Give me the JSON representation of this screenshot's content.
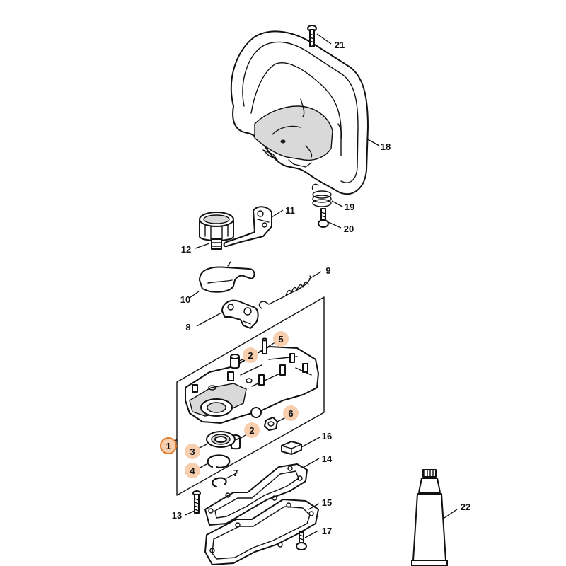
{
  "diagram": {
    "colors": {
      "line": "#111111",
      "highlight_fill": "#f7cfae",
      "selected_ring": "#e07b2a",
      "background": "#ffffff"
    },
    "callouts": [
      {
        "id": "1",
        "label": "1",
        "highlighted": true,
        "selected": true
      },
      {
        "id": "2a",
        "label": "2",
        "highlighted": true
      },
      {
        "id": "2b",
        "label": "2",
        "highlighted": true
      },
      {
        "id": "3",
        "label": "3",
        "highlighted": true
      },
      {
        "id": "4",
        "label": "4",
        "highlighted": true
      },
      {
        "id": "5",
        "label": "5",
        "highlighted": true
      },
      {
        "id": "6",
        "label": "6",
        "highlighted": true
      },
      {
        "id": "7",
        "label": "7",
        "highlighted": false
      },
      {
        "id": "8",
        "label": "8",
        "highlighted": false
      },
      {
        "id": "9",
        "label": "9",
        "highlighted": false
      },
      {
        "id": "10",
        "label": "10",
        "highlighted": false
      },
      {
        "id": "11",
        "label": "11",
        "highlighted": false
      },
      {
        "id": "12",
        "label": "12",
        "highlighted": false
      },
      {
        "id": "13",
        "label": "13",
        "highlighted": false
      },
      {
        "id": "14",
        "label": "14",
        "highlighted": false
      },
      {
        "id": "15",
        "label": "15",
        "highlighted": false
      },
      {
        "id": "16",
        "label": "16",
        "highlighted": false
      },
      {
        "id": "17",
        "label": "17",
        "highlighted": false
      },
      {
        "id": "18",
        "label": "18",
        "highlighted": false
      },
      {
        "id": "19",
        "label": "19",
        "highlighted": false
      },
      {
        "id": "20",
        "label": "20",
        "highlighted": false
      },
      {
        "id": "21",
        "label": "21",
        "highlighted": false
      },
      {
        "id": "22",
        "label": "22",
        "highlighted": false
      }
    ]
  }
}
